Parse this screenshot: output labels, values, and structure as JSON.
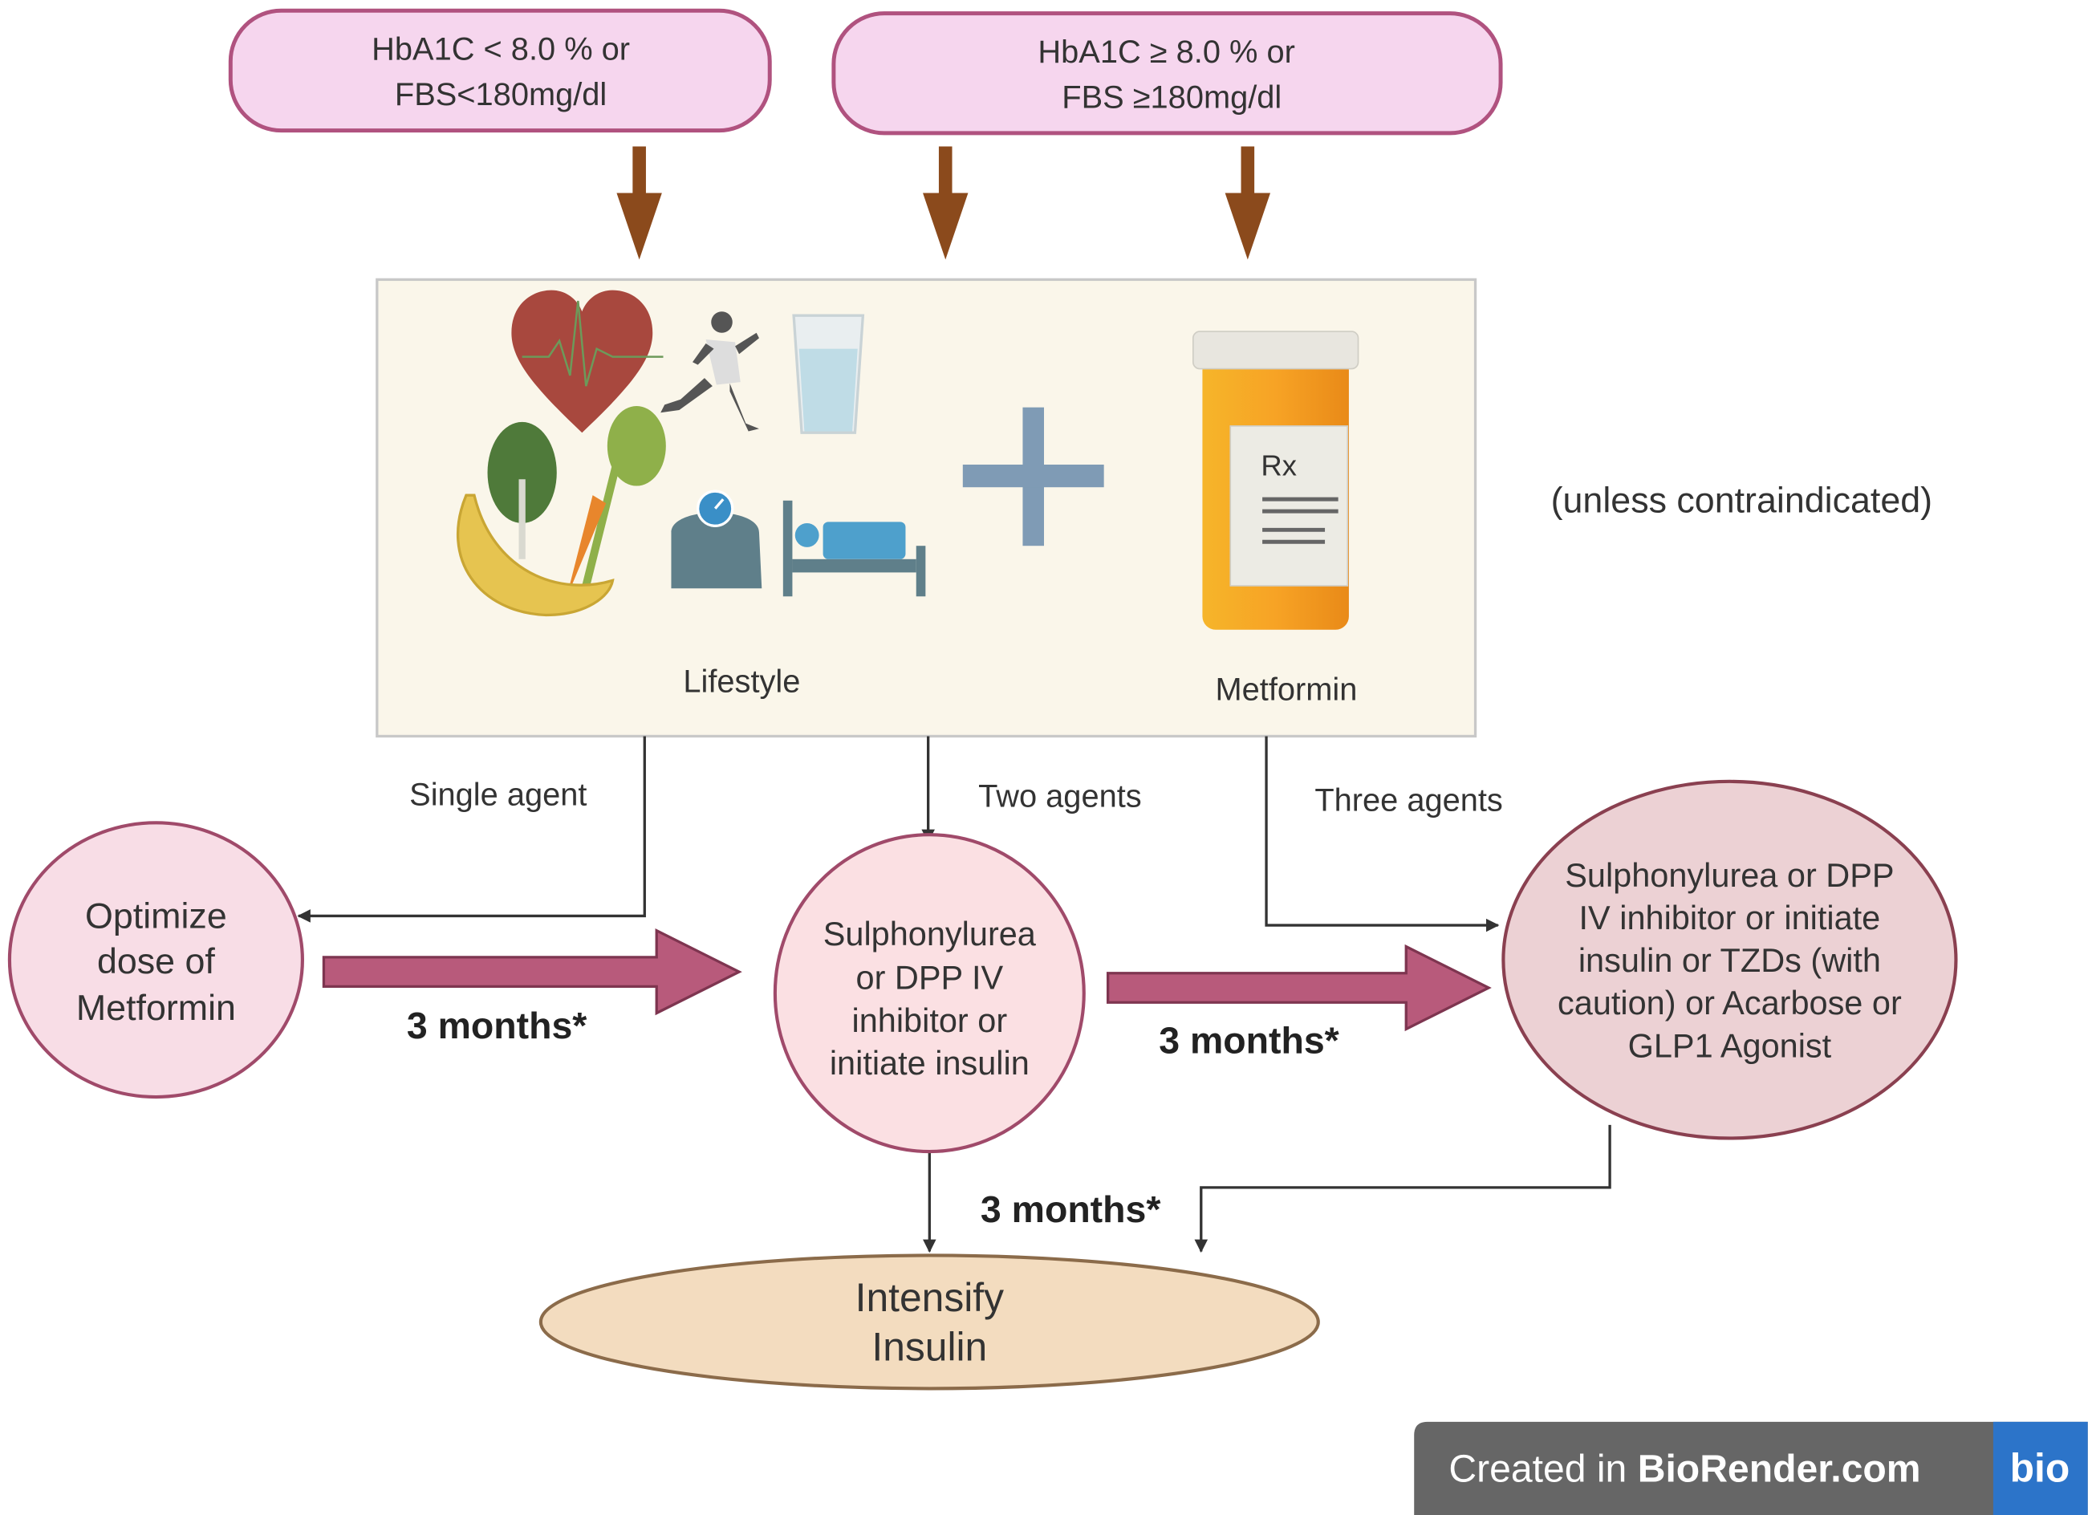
{
  "criteria": {
    "low": {
      "line1": "HbA1C < 8.0 %  or",
      "line2": "FBS<180mg/dl"
    },
    "high": {
      "line1": "HbA1C ≥ 8.0 %  or",
      "line2": "FBS ≥180mg/dl"
    }
  },
  "therapy_box": {
    "lifestyle_label": "Lifestyle",
    "metformin_label": "Metformin",
    "rx_symbol": "Rx",
    "note": "(unless contraindicated)"
  },
  "paths": {
    "single": "Single agent",
    "two": "Two agents",
    "three": "Three agents"
  },
  "nodes": {
    "optimize": [
      "Optimize",
      "dose of",
      "Metformin"
    ],
    "second_line": [
      "Sulphonylurea",
      "or DPP IV",
      "inhibitor or",
      "initiate insulin"
    ],
    "third_line": [
      "Sulphonylurea or DPP",
      "IV inhibitor or initiate",
      "insulin or TZDs (with",
      "caution) or Acarbose or",
      "GLP1 Agonist"
    ],
    "intensify": [
      "Intensify",
      "Insulin"
    ]
  },
  "intervals": {
    "a": "3 months*",
    "b": "3 months*",
    "c": "3 months*"
  },
  "badge": {
    "prefix": "Created in ",
    "brand": "BioRender.com",
    "logo": "bio"
  },
  "colors": {
    "criteria_fill": "#f6d6ee",
    "criteria_stroke": "#b0527f",
    "brown_arrow": "#8b4a1c",
    "box_fill": "#faf6ea",
    "big_arrow": "#b85a7b",
    "intensify_fill": "#f3dcbf",
    "badge_gray": "#666666",
    "badge_blue": "#2c74c9"
  }
}
